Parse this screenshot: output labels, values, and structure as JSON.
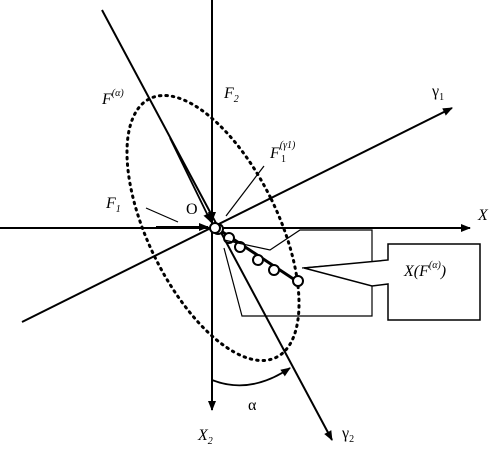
{
  "labels": {
    "gamma1": "γ",
    "gamma1_sub": "1",
    "gamma2": "γ",
    "gamma2_sub": "2",
    "x_axis": "X",
    "x2_axis": "X",
    "x2_sub": "2",
    "f2": "F",
    "f2_sub": "2",
    "f1": "F",
    "f1_sub": "1",
    "f_alpha": "F",
    "f_alpha_sup": "(α)",
    "f1_gamma1": "F",
    "f1_gamma1_sub": "1",
    "f1_gamma1_sup": "(γ1)",
    "origin": "O",
    "alpha": "α",
    "x_of_f_alpha": "X(F",
    "x_of_f_alpha_sup": "(α)",
    "x_of_f_alpha_close": ")"
  },
  "colors": {
    "stroke": "#000000",
    "background": "#ffffff"
  }
}
